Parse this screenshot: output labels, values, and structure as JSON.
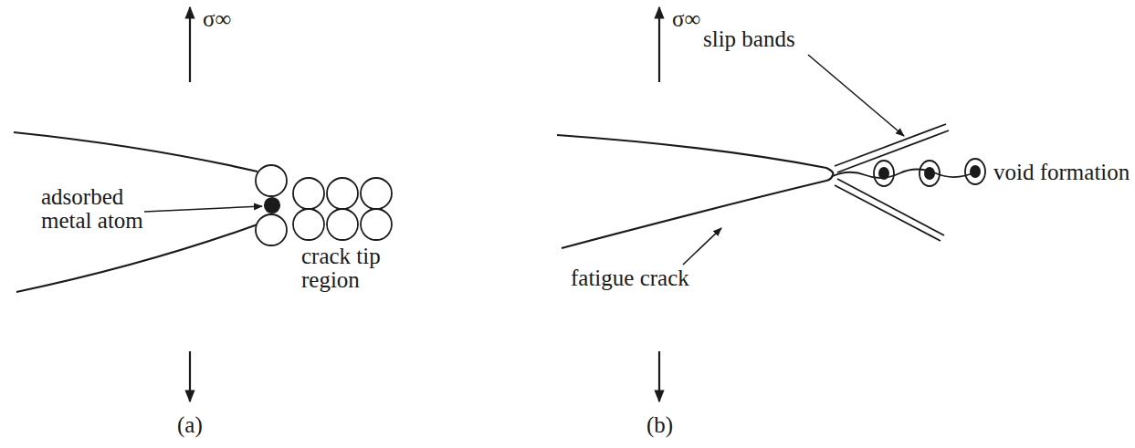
{
  "diagram": {
    "labels": [
      "σ∞",
      "adsorbed metal atom",
      "crack tip region",
      "(a)",
      "σ∞",
      "slip bands",
      "void formation",
      "fatigue crack",
      "(b)"
    ]
  }
}
